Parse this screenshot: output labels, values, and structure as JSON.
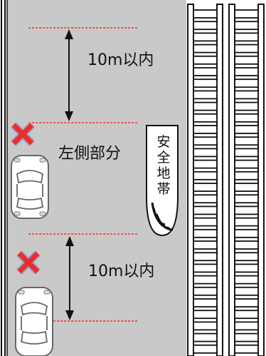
{
  "labels": {
    "distance_top": "10m以内",
    "distance_bottom": "10m以内",
    "left_side_area": "左側部分",
    "safety_zone": [
      "安",
      "全",
      "地",
      "帯"
    ]
  },
  "colors": {
    "road": "#c9c9c9",
    "guide_line": "#ff2a2a",
    "no_parking_mark": "#ef2b2b",
    "mark_outline": "#8fa6c8",
    "arrow": "#111111"
  },
  "icons": [
    "no-parking-x-icon",
    "car-icon",
    "double-arrow-icon"
  ]
}
